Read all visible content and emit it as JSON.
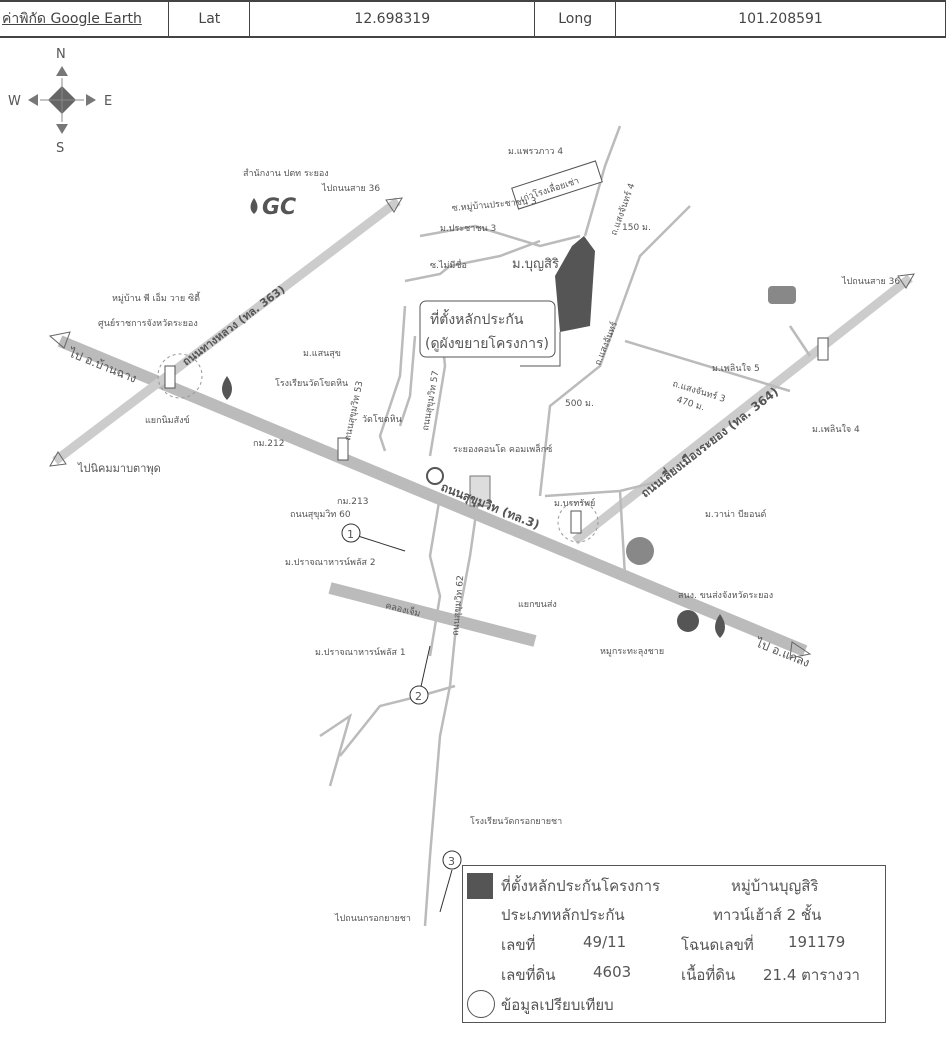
{
  "header": {
    "coord_label": "ค่าพิกัด Google Earth",
    "lat_label": "Lat",
    "lat_value": "12.698319",
    "long_label": "Long",
    "long_value": "101.208591"
  },
  "compass": {
    "n": "N",
    "s": "S",
    "e": "E",
    "w": "W"
  },
  "map": {
    "labels": {
      "to_route36_nw": "ไปถนนสาย 36",
      "to_route36_ne": "ไปถนนสาย 36",
      "ptt_office": "สำนักงาน ปตท ระยอง",
      "gc_logo": "GC",
      "pm_village": "หมู่บ้าน พี เอ็ม วาย ซิตี้",
      "gov_center": "ศูนย์ราชการจังหวัดระยอง",
      "road_363": "ถนนทางหลวง (ทล. 363)",
      "to_banchang": "ไป อ.บ้านฉาง",
      "to_nikhom": "ไปนิคมมาบตาพุด",
      "monument": "แยกนิมสังข์",
      "km212": "กม.212",
      "km213": "กม.213",
      "saensuk": "ม.แสนสุข",
      "school_wat": "โรงเรียนวัดโขดหิน",
      "wat": "วัดโขดหิน",
      "soi53": "ถนนสุขุมวิท 53",
      "soi57": "ถนนสุขุมวิท 57",
      "soi60": "ถนนสุขุมวิท 60",
      "soi62": "ถนนสุขุมวิท 62",
      "condo": "ระยองคอนโด คอมเพล็กซ์",
      "sukhumvit": "ถนนสุขุมวิท (ทล.3)",
      "bypass": "ถนนเลี่ยงเมืองระยอง (ทล. 364)",
      "pattana4": "ม.แพรวภาว 4",
      "old_factory": "เก่าโรงเลื่อยเช่า",
      "soi_village3": "ซ.หมู่บ้านประชาชน 3",
      "pracha3": "ม.ประชาชน 3",
      "no_name": "ซ.ไม่มีชื่อ",
      "boonsiri": "ม.บุญสิริ",
      "collateral_1": "ที่ตั้งหลักประกัน",
      "collateral_2": "(ดูผังขยายโครงการ)",
      "saengchan4": "ถ.แสงจันทร์ 4",
      "dist150": "150 ม.",
      "saengchan": "ถ.แสงจันทร์",
      "saengchan3": "ถ.แสงจันทร์ 3",
      "dist470": "470 ม.",
      "dist500": "500 ม.",
      "plern5": "ม.เพลินใจ 5",
      "plern4": "ม.เพลินใจ 4",
      "borsap": "ม.บรทรัพย์",
      "varinda": "ม.วาน่า บียอนด์",
      "intersection": "แยกขนส่ง",
      "transport": "สนง. ขนส่งจังหวัดระยอง",
      "mookata": "หมูกระทะลุงชาย",
      "to_klaeng": "ไป อ.แกลง",
      "canal": "คลองเจ็ม",
      "cmp2": "ม.ปราจณาหารน์พลัส 2",
      "cmp1": "ม.ปราจณาหารน์พลัส 1",
      "school_south": "โรงเรียนวัดกรอกยายชา",
      "to_south": "ไปถนนกรอกยายชา",
      "m1": "1",
      "m2": "2",
      "m3": "3"
    }
  },
  "legend": {
    "collateral_label": "ที่ตั้งหลักประกันโครงการ",
    "collateral_value": "หมู่บ้านบุญสิริ",
    "type_label": "ประเภทหลักประกัน",
    "type_value": "ทาวน์เฮ้าส์ 2 ชั้น",
    "no_label": "เลขที่",
    "no_value": "49/11",
    "deed_label": "โฉนดเลขที่",
    "deed_value": "191179",
    "land_no_label": "เลขที่ดิน",
    "land_no_value": "4603",
    "area_label": "เนื้อที่ดิน",
    "area_value": "21.4 ตารางวา",
    "compare_label": "ข้อมูลเปรียบเทียบ"
  }
}
